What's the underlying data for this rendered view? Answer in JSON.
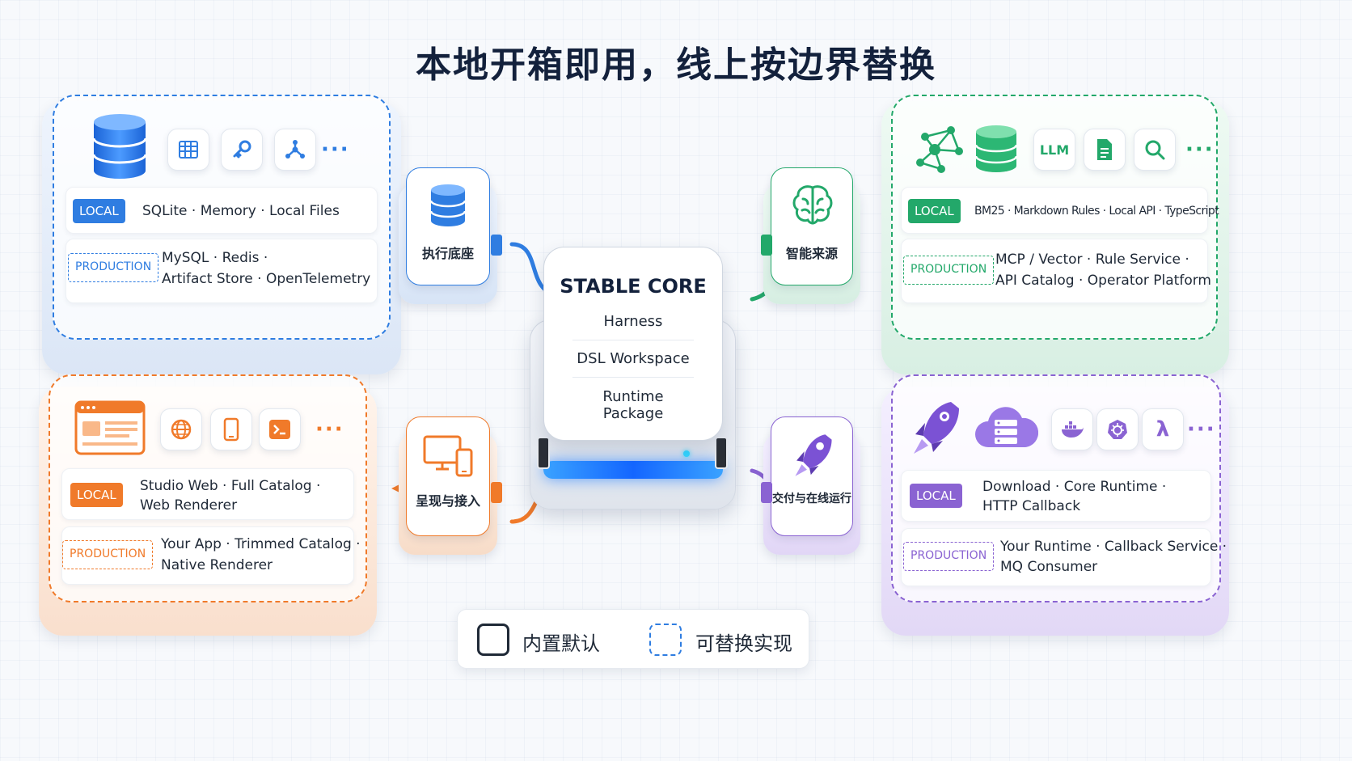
{
  "title": "本地开箱即用，线上按边界替换",
  "colors": {
    "blue": "#2f7de1",
    "green": "#23a86a",
    "orange": "#f07a2a",
    "purple": "#8a63d2",
    "navy": "#13213c"
  },
  "core": {
    "title": "STABLE CORE",
    "items": [
      "Harness",
      "DSL Workspace",
      "Runtime Package"
    ]
  },
  "nodes": {
    "exec_base": {
      "label": "执行底座",
      "icon": "database-icon"
    },
    "intel_source": {
      "label": "智能来源",
      "icon": "brain-icon"
    },
    "present_access": {
      "label": "呈现与接入",
      "icon": "devices-icon"
    },
    "delivery_run": {
      "label": "交付与在线运行",
      "icon": "rocket-icon"
    }
  },
  "groups": {
    "exec": {
      "icons": [
        "database-stack-icon",
        "table-grid-icon",
        "key-icon",
        "graph-nodes-icon"
      ],
      "more": "···",
      "local_badge": "LOCAL",
      "local_text": "SQLite · Memory · Local Files",
      "prod_badge": "PRODUCTION",
      "prod_line1": "MySQL · Redis ·",
      "prod_line2": "Artifact Store · OpenTelemetry"
    },
    "intel": {
      "icons": [
        "network-graph-icon",
        "database-stack-icon",
        "llm-icon",
        "document-icon",
        "search-icon"
      ],
      "llm_label": "LLM",
      "more": "···",
      "local_badge": "LOCAL",
      "local_text": "BM25 · Markdown Rules · Local API · TypeScript",
      "prod_badge": "PRODUCTION",
      "prod_line1": "MCP / Vector · Rule Service ·",
      "prod_line2": "API Catalog · Operator Platform"
    },
    "present": {
      "icons": [
        "browser-window-icon",
        "globe-icon",
        "mobile-icon",
        "terminal-icon"
      ],
      "more": "···",
      "local_badge": "LOCAL",
      "local_line1": "Studio Web · Full Catalog ·",
      "local_line2": "Web Renderer",
      "prod_badge": "PRODUCTION",
      "prod_line1": "Your App · Trimmed Catalog ·",
      "prod_line2": "Native Renderer"
    },
    "delivery": {
      "icons": [
        "rocket-icon",
        "cloud-server-icon",
        "docker-icon",
        "kubernetes-icon",
        "lambda-icon"
      ],
      "lambda_label": "λ",
      "more": "···",
      "local_badge": "LOCAL",
      "local_line1": "Download · Core Runtime ·",
      "local_line2": "HTTP Callback",
      "prod_badge": "PRODUCTION",
      "prod_line1": "Your Runtime · Callback Service ·",
      "prod_line2": "MQ Consumer"
    }
  },
  "legend": {
    "builtin": "内置默认",
    "replaceable": "可替换实现"
  }
}
